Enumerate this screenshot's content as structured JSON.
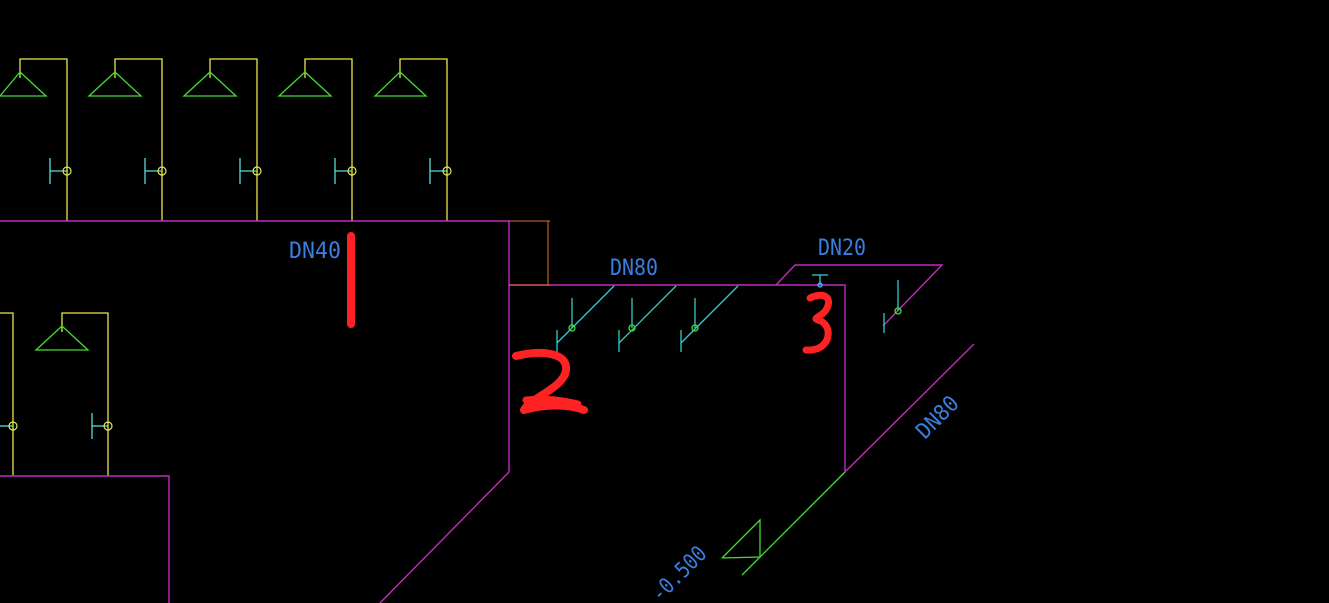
{
  "colors": {
    "background": "#000000",
    "pipe_magenta": "#c02cc0",
    "pipe_yellow": "#e8e84a",
    "pipe_green": "#44dd33",
    "fixture_cyan": "#33cccc",
    "valve_cyan": "#55dddd",
    "label_blue": "#3a7fe0",
    "dim_orange": "#e07020",
    "annotation_red": "#ff2222"
  },
  "labels": {
    "dn40": "DN40",
    "dn80_top": "DN80",
    "dn20": "DN20",
    "dn80_diag": "DN80",
    "elevation": "-0.500"
  },
  "markers": {
    "one": "1",
    "two": "2",
    "three": "3"
  },
  "icons": {
    "shower_head": "triangle-shower-head-icon",
    "valve": "valve-circle-icon",
    "elevation_marker": "elevation-triangle-icon",
    "dimension": "dimension-tick-icon"
  }
}
